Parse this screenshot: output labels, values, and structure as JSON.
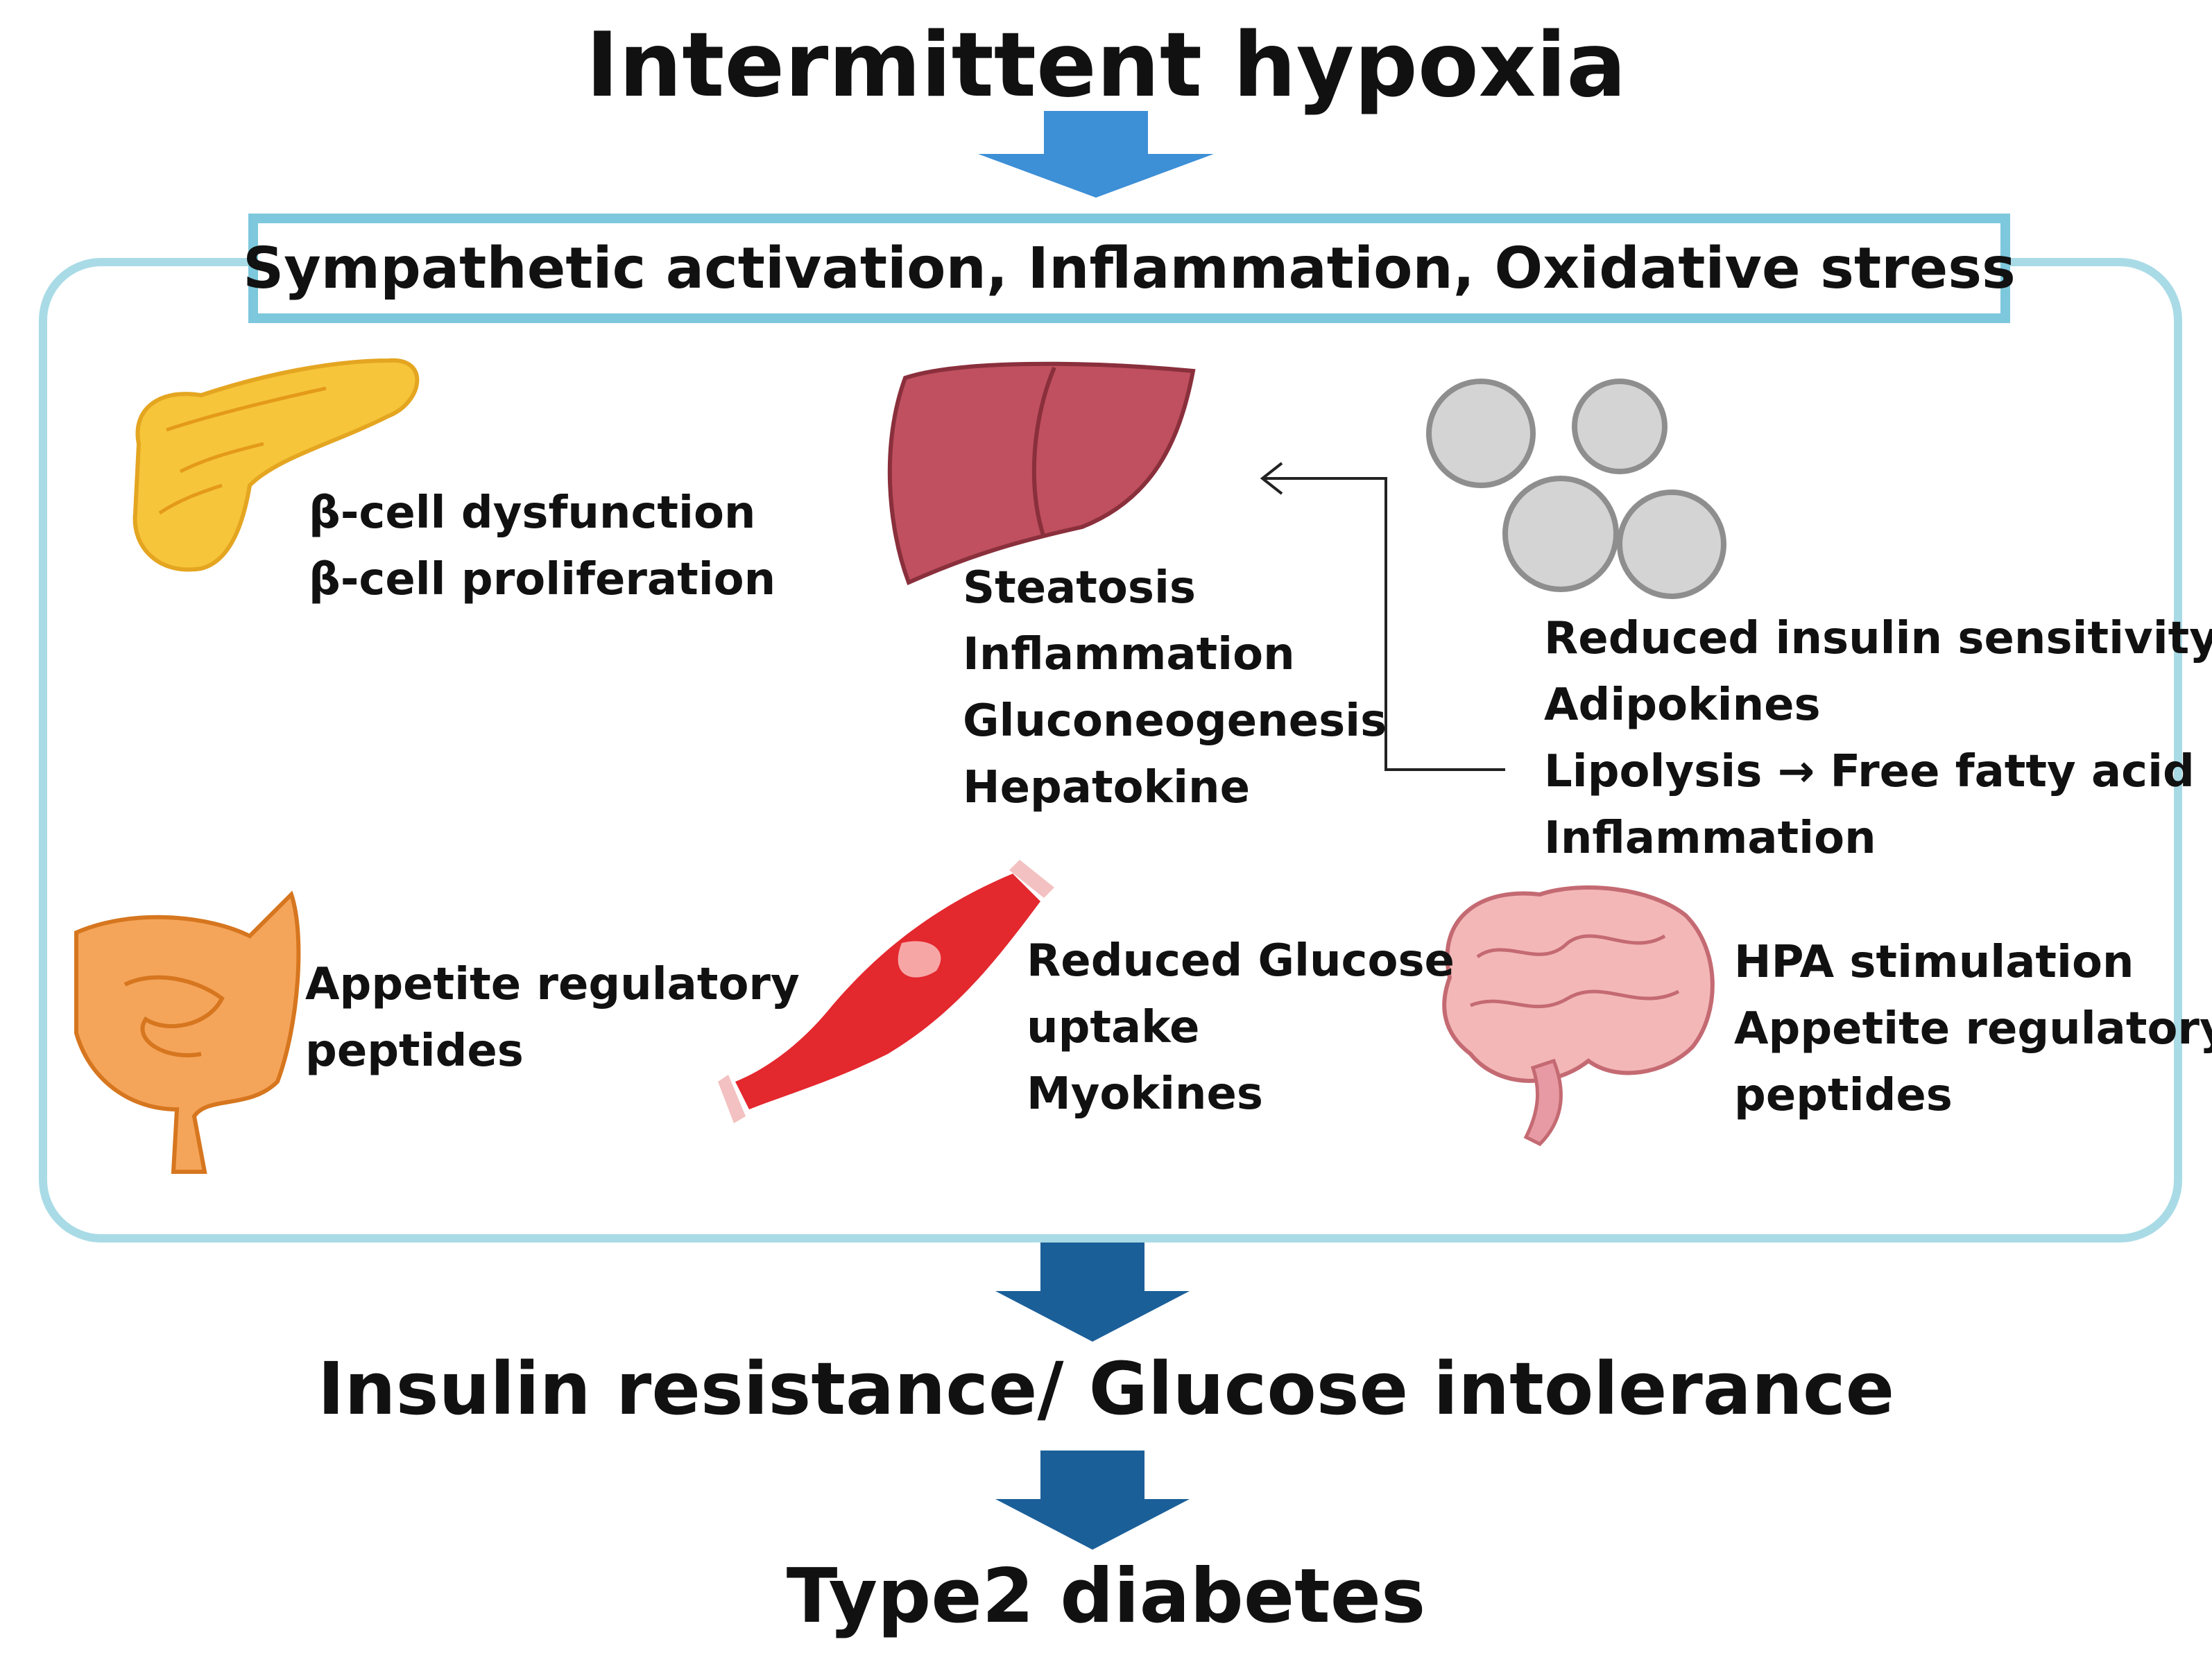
{
  "title": "Intermittent hypoxia",
  "mechanisms": "Sympathetic activation, Inflammation, Oxidative stress",
  "organs": {
    "pancreas": {
      "icon": "pancreas-icon",
      "lines": [
        "β-cell dysfunction",
        "β-cell proliferation"
      ]
    },
    "liver": {
      "icon": "liver-icon",
      "lines": [
        "Steatosis",
        "Inflammation",
        "Gluconeogenesis",
        "Hepatokine"
      ]
    },
    "adipose": {
      "icon": "adipocytes-icon",
      "lines": [
        "Reduced insulin sensitivity",
        "Adipokines",
        "Lipolysis → Free fatty acid",
        "Inflammation"
      ]
    },
    "intestine": {
      "icon": "intestine-icon",
      "lines": [
        "Appetite regulatory",
        "peptides"
      ]
    },
    "muscle": {
      "icon": "muscle-icon",
      "lines": [
        "Reduced Glucose",
        "uptake",
        "Myokines"
      ]
    },
    "brain": {
      "icon": "brain-icon",
      "lines": [
        "HPA stimulation",
        "Appetite regulatory",
        "peptides"
      ]
    }
  },
  "outcome": "Insulin resistance/ Glucose intolerance",
  "final": "Type2 diabetes",
  "colors": {
    "arrow_light": "#3d8fd6",
    "arrow_dark": "#1b5f99",
    "frame": "#a9dbe6",
    "header_border": "#7dc8dc",
    "pancreas": "#f6c53a",
    "liver": "#c0505f",
    "adipocyte": "#c8c8c8",
    "intestine": "#f5a55a",
    "muscle": "#e3282e",
    "brain": "#f3b7b7"
  }
}
